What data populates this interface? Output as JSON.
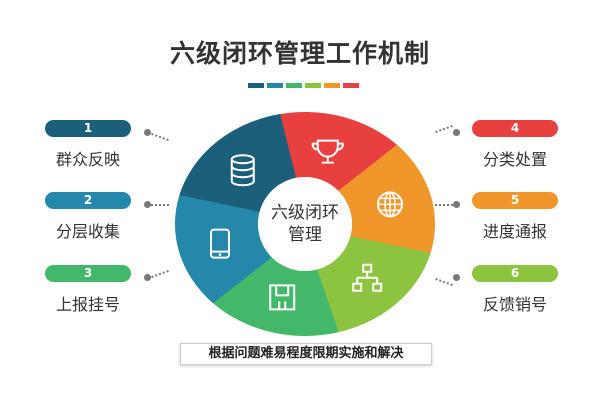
{
  "title": "六级闭环管理工作机制",
  "center_text": {
    "line1": "六级闭环",
    "line2": "管理"
  },
  "caption": "根据问题难易程度限期实施和解决",
  "colors": {
    "dark_teal": "#1b5f7a",
    "blue": "#2587aa",
    "green": "#43b86b",
    "light_green": "#8cc43f",
    "orange": "#f0962b",
    "red": "#e8403f"
  },
  "steps": [
    {
      "number": "1",
      "label": "群众反映",
      "color": "#1b5f7a",
      "icon": "database-icon"
    },
    {
      "number": "2",
      "label": "分层收集",
      "color": "#2587aa",
      "icon": "tablet-icon"
    },
    {
      "number": "3",
      "label": "上报挂号",
      "color": "#43b86b",
      "icon": "clipboard-icon"
    },
    {
      "number": "4",
      "label": "分类处置",
      "color": "#e8403f",
      "icon": "trophy-icon"
    },
    {
      "number": "5",
      "label": "进度通报",
      "color": "#f0962b",
      "icon": "globe-icon"
    },
    {
      "number": "6",
      "label": "反馈销号",
      "color": "#8cc43f",
      "icon": "hierarchy-icon"
    }
  ]
}
